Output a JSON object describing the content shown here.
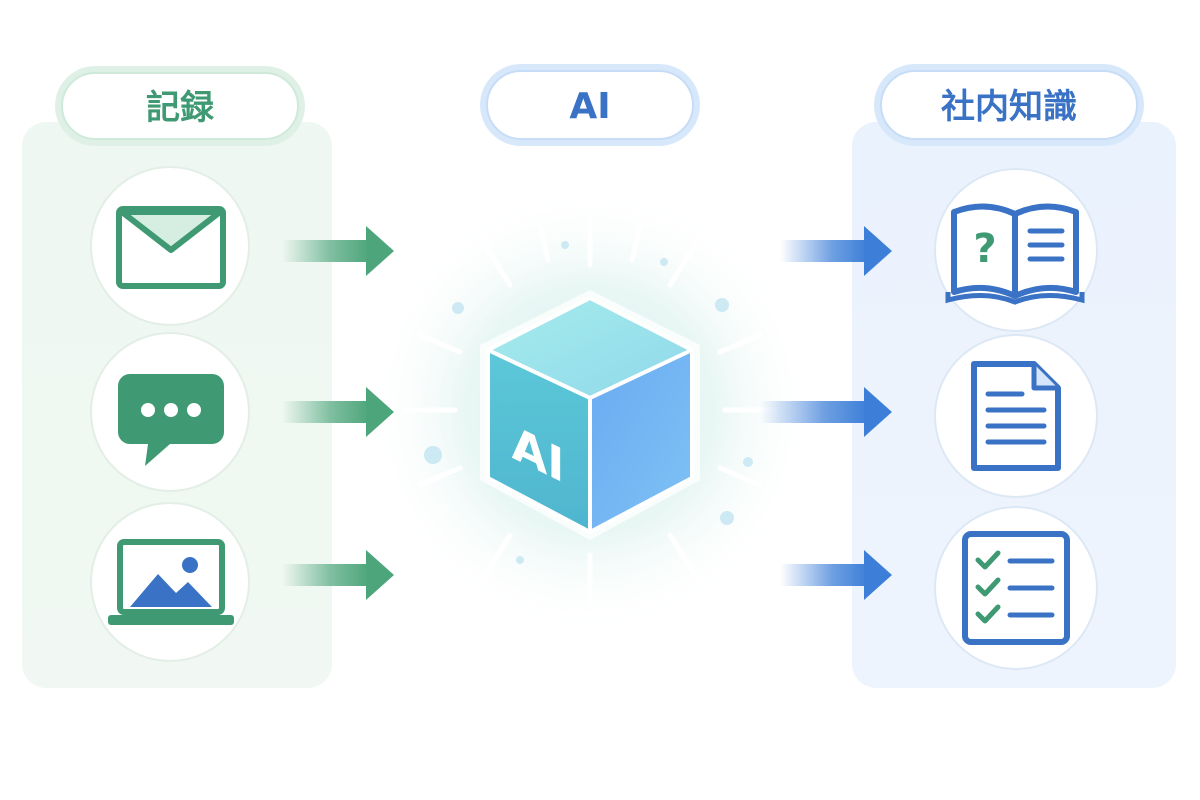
{
  "columns": {
    "records": {
      "label": "記録",
      "items": [
        "mail-icon",
        "chat-bubble-icon",
        "laptop-image-icon"
      ]
    },
    "ai": {
      "label": "AI",
      "cube_label": "AI"
    },
    "knowledge": {
      "label": "社内知識",
      "items": [
        "book-question-icon",
        "document-icon",
        "checklist-icon"
      ]
    }
  },
  "colors": {
    "green": "#3f9a73",
    "green_light": "#d6eee1",
    "blue": "#3a73c6",
    "blue_light": "#cfe2f8",
    "arrow_green": "#4da57b",
    "arrow_blue": "#3d7fd8"
  }
}
